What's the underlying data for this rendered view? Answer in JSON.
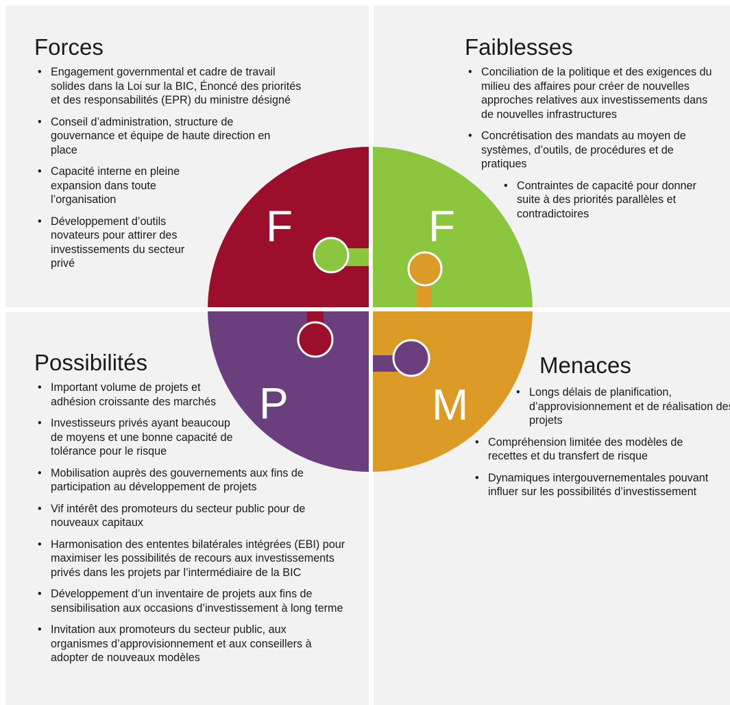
{
  "forces": {
    "title": "Forces",
    "items": [
      "Engagement governmental et cadre de travail solides dans la Loi sur la BIC, Énoncé des priorités et des responsabilités (EPR) du ministre désigné",
      "Conseil d’administration, structure de gouvernance et équipe de haute direction en place",
      "Capacité interne en pleine expansion dans toute l’organisation",
      "Développement d’outils novateurs pour attirer des investissements du secteur privé"
    ]
  },
  "faiblesses": {
    "title": "Faiblesses",
    "items": [
      "Conciliation de la politique et des exigences du milieu des affaires pour créer de nouvelles approches relatives aux investissements dans de nouvelles infrastructures",
      "Concrétisation des mandats au moyen de systèmes, d’outils, de procédures et de pratiques",
      "Contraintes de capacité pour donner suite à des priorités parallèles et contradictoires"
    ]
  },
  "possibilites": {
    "title": "Possibilités",
    "items": [
      "Important volume de projets et adhésion croissante des marchés",
      "Investisseurs privés ayant beaucoup de moyens et une bonne capacité de tolérance pour le risque",
      "Mobilisation auprès des gouvernements aux fins de participation au développement de projets",
      "Vif intérêt des promoteurs du secteur public pour de nouveaux capitaux",
      "Harmonisation des ententes bilatérales intégrées (EBI) pour maximiser les possibilités de recours aux investissements privés dans les projets par l’intermédiaire de la BIC",
      "Développement d’un inventaire de projets aux fins de sensibilisation aux occasions d’investissement à long terme",
      "Invitation aux promoteurs du secteur public, aux organismes d’approvisionnement et aux conseillers à adopter de nouveaux modèles"
    ]
  },
  "menaces": {
    "title": "Menaces",
    "items": [
      "Longs délais de planification, d’approvisionnement et de réalisation des projets",
      "Compréhension limitée des modèles de recettes et du transfert de risque",
      "Dynamiques intergouvernementales pouvant influer sur les possibilités d’investissement"
    ]
  },
  "puzzle": {
    "letters": {
      "tl": "F",
      "tr": "F",
      "bl": "P",
      "br": "M"
    },
    "colors": {
      "tl": "#9b0e2c",
      "tr": "#8cc63e",
      "bl": "#6b3f7e",
      "br": "#dc9a26"
    }
  }
}
